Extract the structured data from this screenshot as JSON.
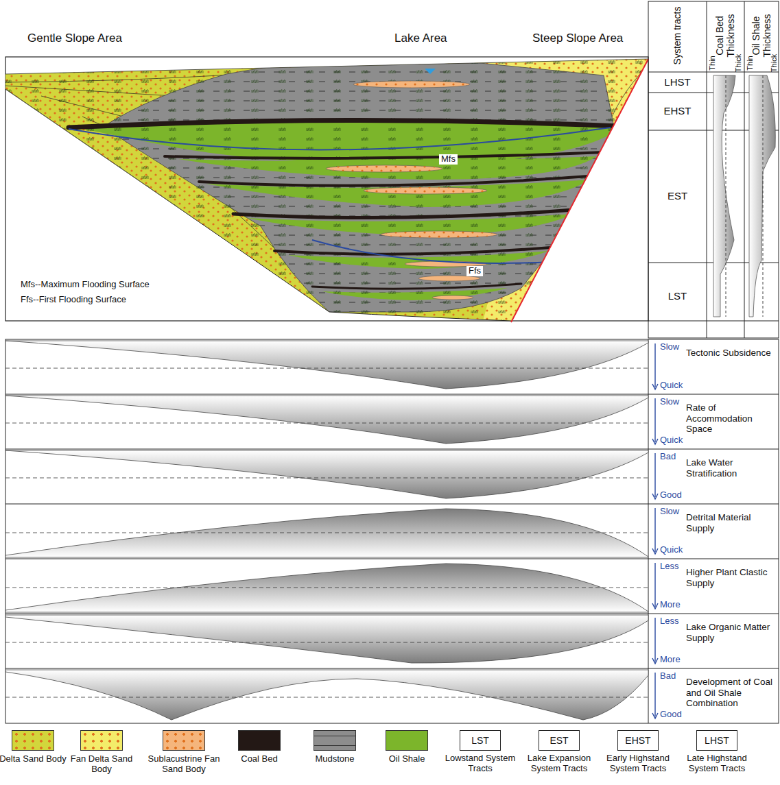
{
  "diagram": {
    "nodes": [
      {
        "text": [
          "Mfs"
        ]
      },
      {
        "text": [
          "Ffs"
        ]
      },
      {
        "text": [
          "LST",
          "Lowstand System Tracts"
        ]
      },
      {
        "text": [
          "EST",
          "Lake Expansion System Tracts"
        ]
      },
      {
        "text": [
          "EHST",
          "Early Highstand System Tracts"
        ]
      },
      {
        "text": [
          "LHST",
          "Late Highstand System Tracts"
        ]
      }
    ],
    "labels": [
      "Gentle Slope Area",
      "Lake Area",
      "Steep Slope Area",
      "Mfs--Maximum Flooding Surface",
      "Ffs--First Flooding Surface",
      "System tracts",
      "Coal Bed Thickness",
      "Oil Shale Thickness",
      "LHST",
      "EHST",
      "EST",
      "LST",
      "Thin",
      "Thick",
      "Thin",
      "Thick",
      "Slow",
      "Tectonic Subsidence",
      "Quick",
      "Slow",
      "Rate of Accommodation Space",
      "Quick",
      "Bad",
      "Lake Water Stratification",
      "Good",
      "Slow",
      "Detrital Material Supply",
      "Quick",
      "Less",
      "Higher Plant Clastic Supply",
      "More",
      "Less",
      "Lake Organic Matter Supply",
      "More",
      "Bad",
      "Development of Coal and Oil Shale Combination",
      "Good"
    ],
    "legend": [
      {
        "text": "Delta Sand Body",
        "color": "#d2d63c"
      },
      {
        "text": "Fan Delta Sand Body",
        "color": "#f3ec6a"
      },
      {
        "text": "Sublacustrine Fan Sand Body",
        "color": "#f5b57c"
      },
      {
        "text": "Coal Bed",
        "color": "#231815"
      },
      {
        "text": "Mudstone",
        "color": "#8d8d8d"
      },
      {
        "text": "Oil Shale",
        "color": "#7cb52b"
      }
    ]
  }
}
